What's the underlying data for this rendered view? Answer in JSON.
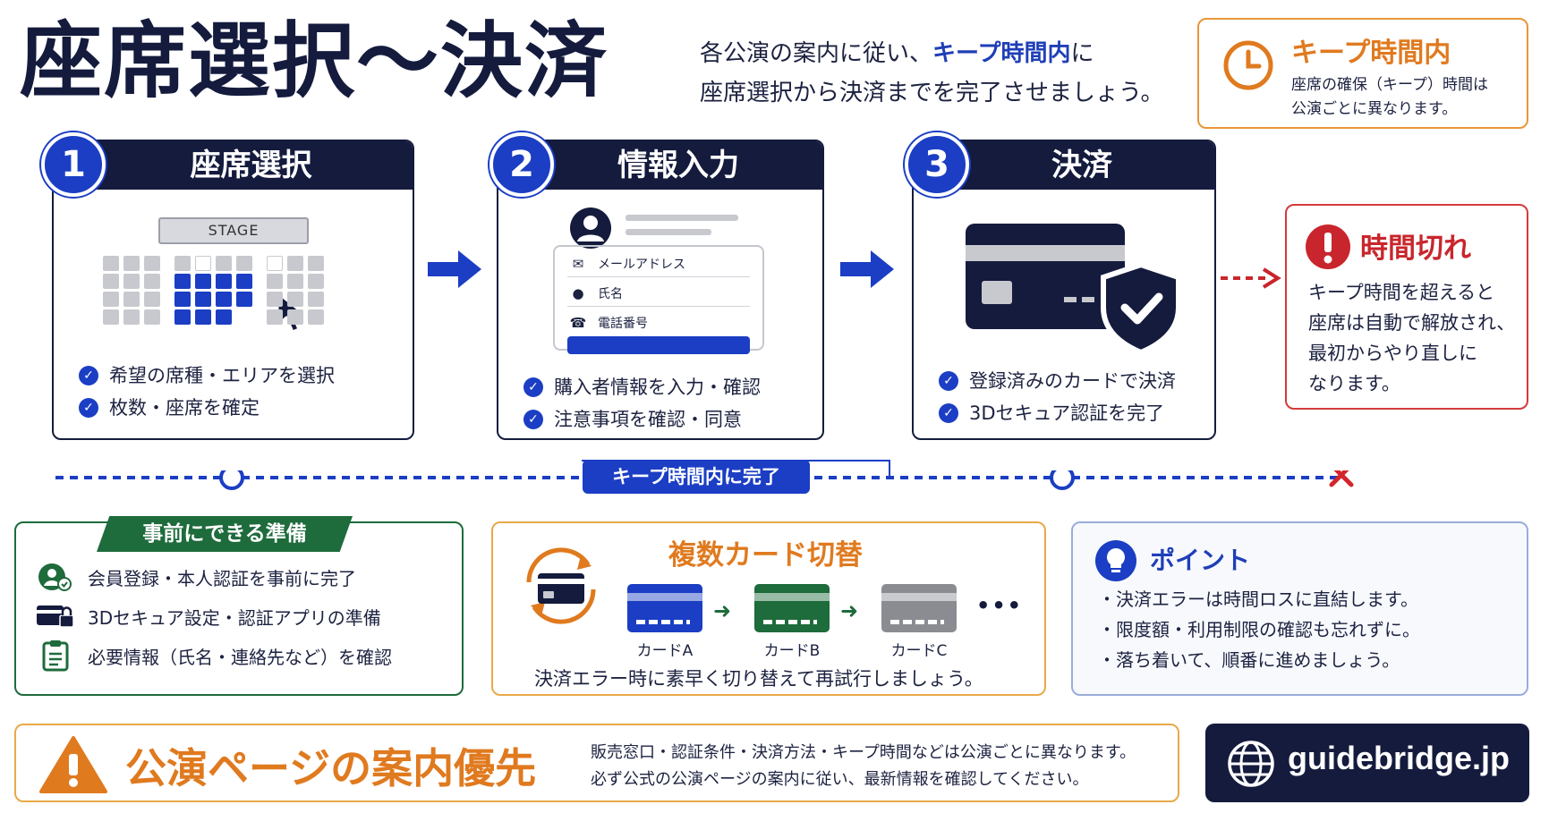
{
  "header": {
    "title": "座席選択〜決済",
    "intro_line1_prefix": "各公演の案内に従い、",
    "intro_line1_highlight": "キープ時間内",
    "intro_line1_suffix": "に",
    "intro_line2": "座席選択から決済までを完了させましょう。"
  },
  "keep_box": {
    "title": "キープ時間内",
    "desc_line1": "座席の確保（キープ）時間は",
    "desc_line2": "公演ごとに異なります。"
  },
  "steps": [
    {
      "number": "1",
      "title": "座席選択",
      "stage_label": "STAGE",
      "checks": [
        "希望の席種・エリアを選択",
        "枚数・座席を確定"
      ]
    },
    {
      "number": "2",
      "title": "情報入力",
      "fields": [
        "メールアドレス",
        "氏名",
        "電話番号"
      ],
      "checks": [
        "購入者情報を入力・確認",
        "注意事項を確認・同意"
      ]
    },
    {
      "number": "3",
      "title": "決済",
      "checks": [
        "登録済みのカードで決済",
        "3Dセキュア認証を完了"
      ]
    }
  ],
  "timeline": {
    "label": "キープ時間内に完了"
  },
  "timeout": {
    "title": "時間切れ",
    "lines": [
      "キープ時間を超えると",
      "座席は自動で解放され、",
      "最初からやり直しに",
      "なります。"
    ]
  },
  "prep": {
    "title": "事前にできる準備",
    "items": [
      "会員登録・本人認証を事前に完了",
      "3Dセキュア設定・認証アプリの準備",
      "必要情報（氏名・連絡先など）を確認"
    ]
  },
  "multi_card": {
    "title": "複数カード切替",
    "cards": [
      "カードA",
      "カードB",
      "カードC"
    ],
    "more": "•••",
    "note": "決済エラー時に素早く切り替えて再試行しましょう。"
  },
  "point": {
    "title": "ポイント",
    "items": [
      "決済エラーは時間ロスに直結します。",
      "限度額・利用制限の確認も忘れずに。",
      "落ち着いて、順番に進めましょう。"
    ]
  },
  "priority": {
    "title": "公演ページの案内優先",
    "desc_line1": "販売窓口・認証条件・決済方法・キープ時間などは公演ごとに異なります。",
    "desc_line2": "必ず公式の公演ページの案内に従い、最新情報を確認してください。"
  },
  "site": {
    "url": "guidebridge.jp"
  },
  "colors": {
    "navy": "#141b3d",
    "blue": "#1b3ec4",
    "orange": "#e07a1f",
    "red": "#c8262c",
    "green": "#1e6b3c"
  }
}
